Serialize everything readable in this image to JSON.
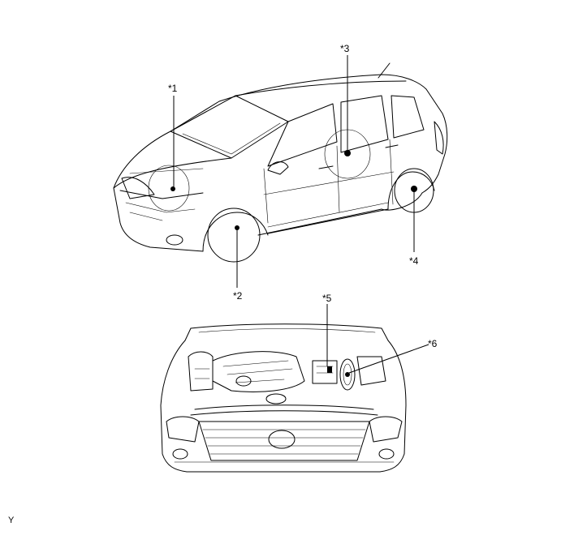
{
  "callouts": {
    "c1": "*1",
    "c2": "*2",
    "c3": "*3",
    "c4": "*4",
    "c5": "*5",
    "c6": "*6"
  },
  "corner_code": "Y"
}
